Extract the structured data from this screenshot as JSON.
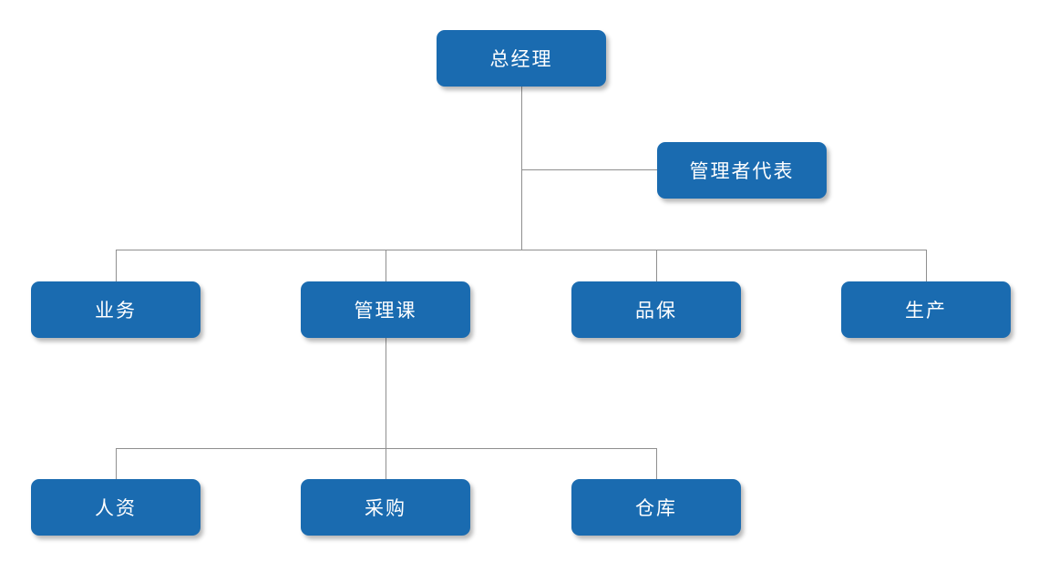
{
  "org_chart": {
    "general_manager": "总经理",
    "management_representative": "管理者代表",
    "departments": {
      "business": "业务",
      "management_section": "管理课",
      "quality_assurance": "品保",
      "production": "生产"
    },
    "management_section_units": {
      "human_resources": "人资",
      "purchasing": "采购",
      "warehouse": "仓库"
    },
    "colors": {
      "node_fill": "#1a6bb0",
      "node_text": "#ffffff",
      "connector": "#8f8f8f",
      "background": "#ffffff"
    }
  }
}
